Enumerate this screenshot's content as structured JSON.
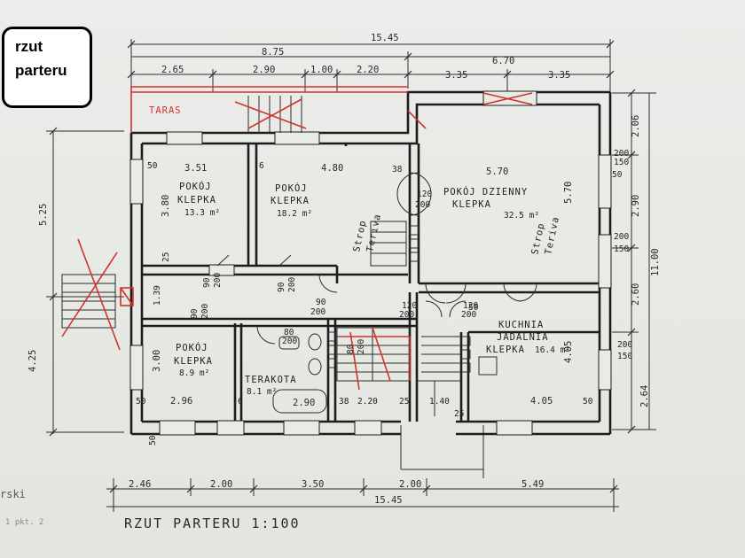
{
  "badge": {
    "line1": "rzut",
    "line2": "parteru"
  },
  "caption": "RZUT PARTERU 1:100",
  "edge_notes": {
    "left_word": "rski",
    "left_small": "1 pkt. 2"
  },
  "dims_top": {
    "total": "15.45",
    "d875": "8.75",
    "d670": "6.70",
    "d265": "2.65",
    "d290": "2.90",
    "d100": "1.00",
    "d220": "2.20",
    "d335a": "3.35",
    "d335b": "3.35"
  },
  "dims_bottom": {
    "d246": "2.46",
    "d200a": "2.00",
    "d350": "3.50",
    "d200b": "2.00",
    "d549": "5.49",
    "total": "15.45"
  },
  "dims_left": {
    "d525": "5.25",
    "d425": "4.25"
  },
  "dims_right": {
    "d206": "2.06",
    "d290": "2.90",
    "d260": "2.60",
    "d264": "2.64",
    "d1100": "11.00"
  },
  "windows": {
    "w200_150a": [
      "200",
      "150"
    ],
    "w200_150b": [
      "200",
      "150"
    ],
    "w200_150c": [
      "200",
      "150"
    ]
  },
  "rooms": {
    "taras": "TARAS",
    "pokoj1": {
      "name": "POKÓJ",
      "floor": "KLEPKA",
      "area": "13.3 m²",
      "w": "3.51",
      "h": "3.80"
    },
    "pokoj2": {
      "name": "POKÓJ",
      "floor": "KLEPKA",
      "area": "18.2 m²",
      "w": "4.80"
    },
    "dzienny": {
      "name": "POKÓJ DZIENNY",
      "floor": "KLEPKA",
      "area": "32.5 m²",
      "w": "5.70",
      "h": "5.70"
    },
    "pokoj3": {
      "name": "POKÓJ",
      "floor": "KLEPKA",
      "area": "8.9 m²",
      "w": "2.96",
      "h": "3.00"
    },
    "lazienka": {
      "floor": "TERAKOTA",
      "area": "8.1 m²",
      "w": "2.90"
    },
    "kuchnia": {
      "name": "KUCHNIA",
      "name2": "JADALNIA",
      "floor": "KLEPKA",
      "area": "16.4 m²",
      "w": "4.05",
      "h": "4.05"
    }
  },
  "notes": {
    "strop1": "Strop",
    "teriva1": "Teriva",
    "strop2": "Strop",
    "teriva2": "Teriva",
    "n50a": "50",
    "n6a": "6",
    "n38a": "38",
    "n50b": "50",
    "n25a": "25",
    "n50c": "50",
    "n6b": "6",
    "n38b": "38",
    "n220": "2.20",
    "n25b": "25",
    "n140": "1.40",
    "n25c": "25",
    "n50d": "50",
    "n50e": "50",
    "n50f": "50",
    "n139": "1.39"
  },
  "doors": {
    "d120_200a": [
      "120",
      "200"
    ],
    "d120_200b": [
      "120",
      "200"
    ],
    "d120_200c": [
      "120",
      "200"
    ],
    "d90_200a": [
      "90",
      "200"
    ],
    "d90_200b": [
      "90",
      "200"
    ],
    "d90_200c": [
      "90",
      "200"
    ],
    "d90_200d": [
      "90",
      "200"
    ],
    "d80_200a": [
      "80",
      "200"
    ],
    "d80_200b": [
      "80",
      "200"
    ]
  }
}
